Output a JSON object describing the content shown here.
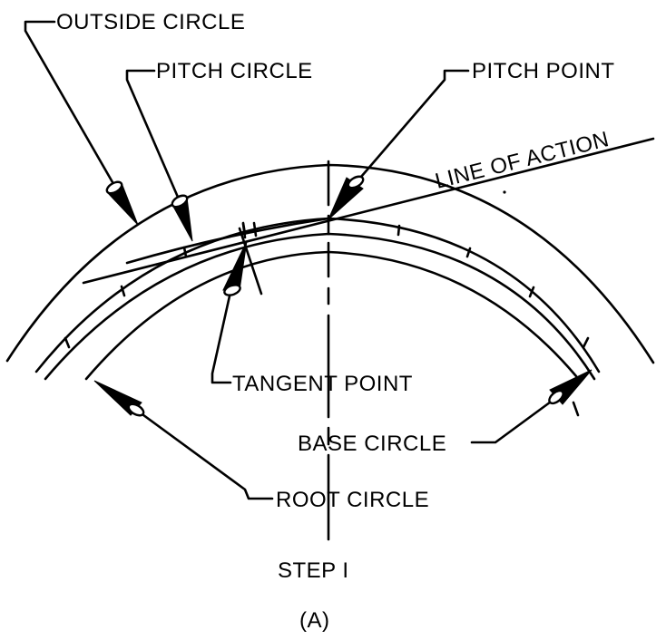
{
  "labels": {
    "outside_circle": "OUTSIDE CIRCLE",
    "pitch_circle": "PITCH CIRCLE",
    "pitch_point": "PITCH POINT",
    "line_of_action": "LINE OF ACTION",
    "tangent_point": "TANGENT POINT",
    "base_circle": "BASE CIRCLE",
    "root_circle": "ROOT CIRCLE",
    "step": "STEP I",
    "figure_tag": "(A)"
  },
  "colors": {
    "ink": "#000000",
    "paper": "#ffffff"
  }
}
